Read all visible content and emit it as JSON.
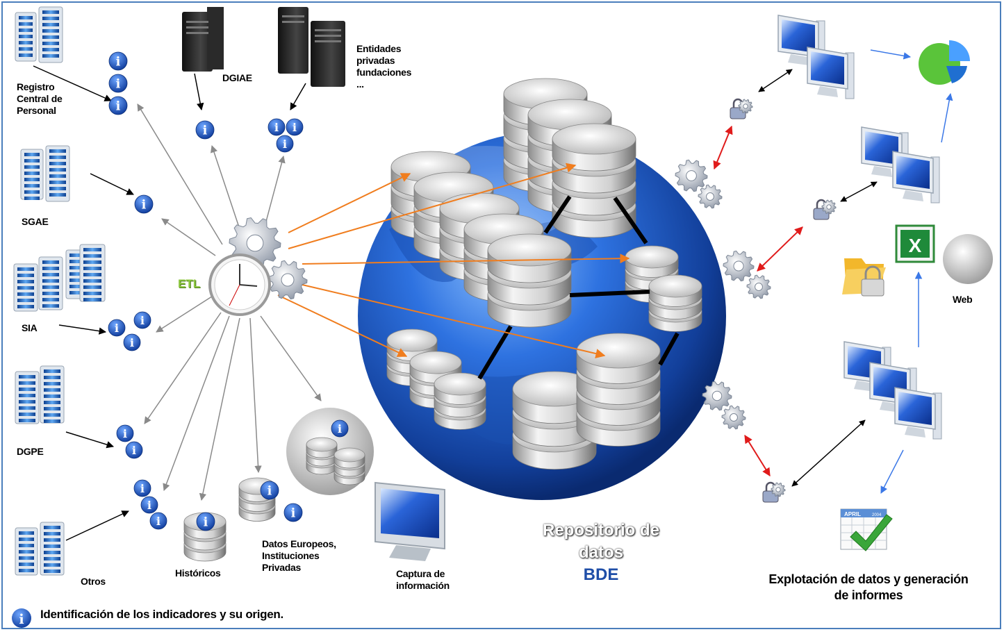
{
  "sources": {
    "registro": "Registro\nCentral de\nPersonal",
    "dgiae": "DGIAE",
    "entidades": "Entidades\nprivadas\nfundaciones\n...",
    "sgae": "SGAE",
    "sia": "SIA",
    "dgpe": "DGPE",
    "otros": "Otros",
    "historicos": "Históricos",
    "datos_europeos": "Datos Europeos,\nInstituciones\nPrivadas",
    "captura": "Captura de\ninformación"
  },
  "etl_label": "ETL",
  "repository": {
    "line1": "Repositorio de",
    "line2": "datos",
    "line3": "BDE"
  },
  "outputs": {
    "web": "Web",
    "title": "Explotación de datos y generación\nde informes",
    "calendar_month": "APRIL",
    "calendar_year": "2004"
  },
  "legend": {
    "icon_glyph": "i",
    "text": "Identificación de los indicadores y su origen."
  },
  "colors": {
    "globe": "#1f5bc4",
    "info_badge": "#1e5fc9",
    "arrow_orange": "#f07d1e",
    "arrow_red": "#e01b1b",
    "arrow_blue": "#3b78e7",
    "etl_green": "#8cc63f",
    "frame": "#4a7ebb"
  }
}
